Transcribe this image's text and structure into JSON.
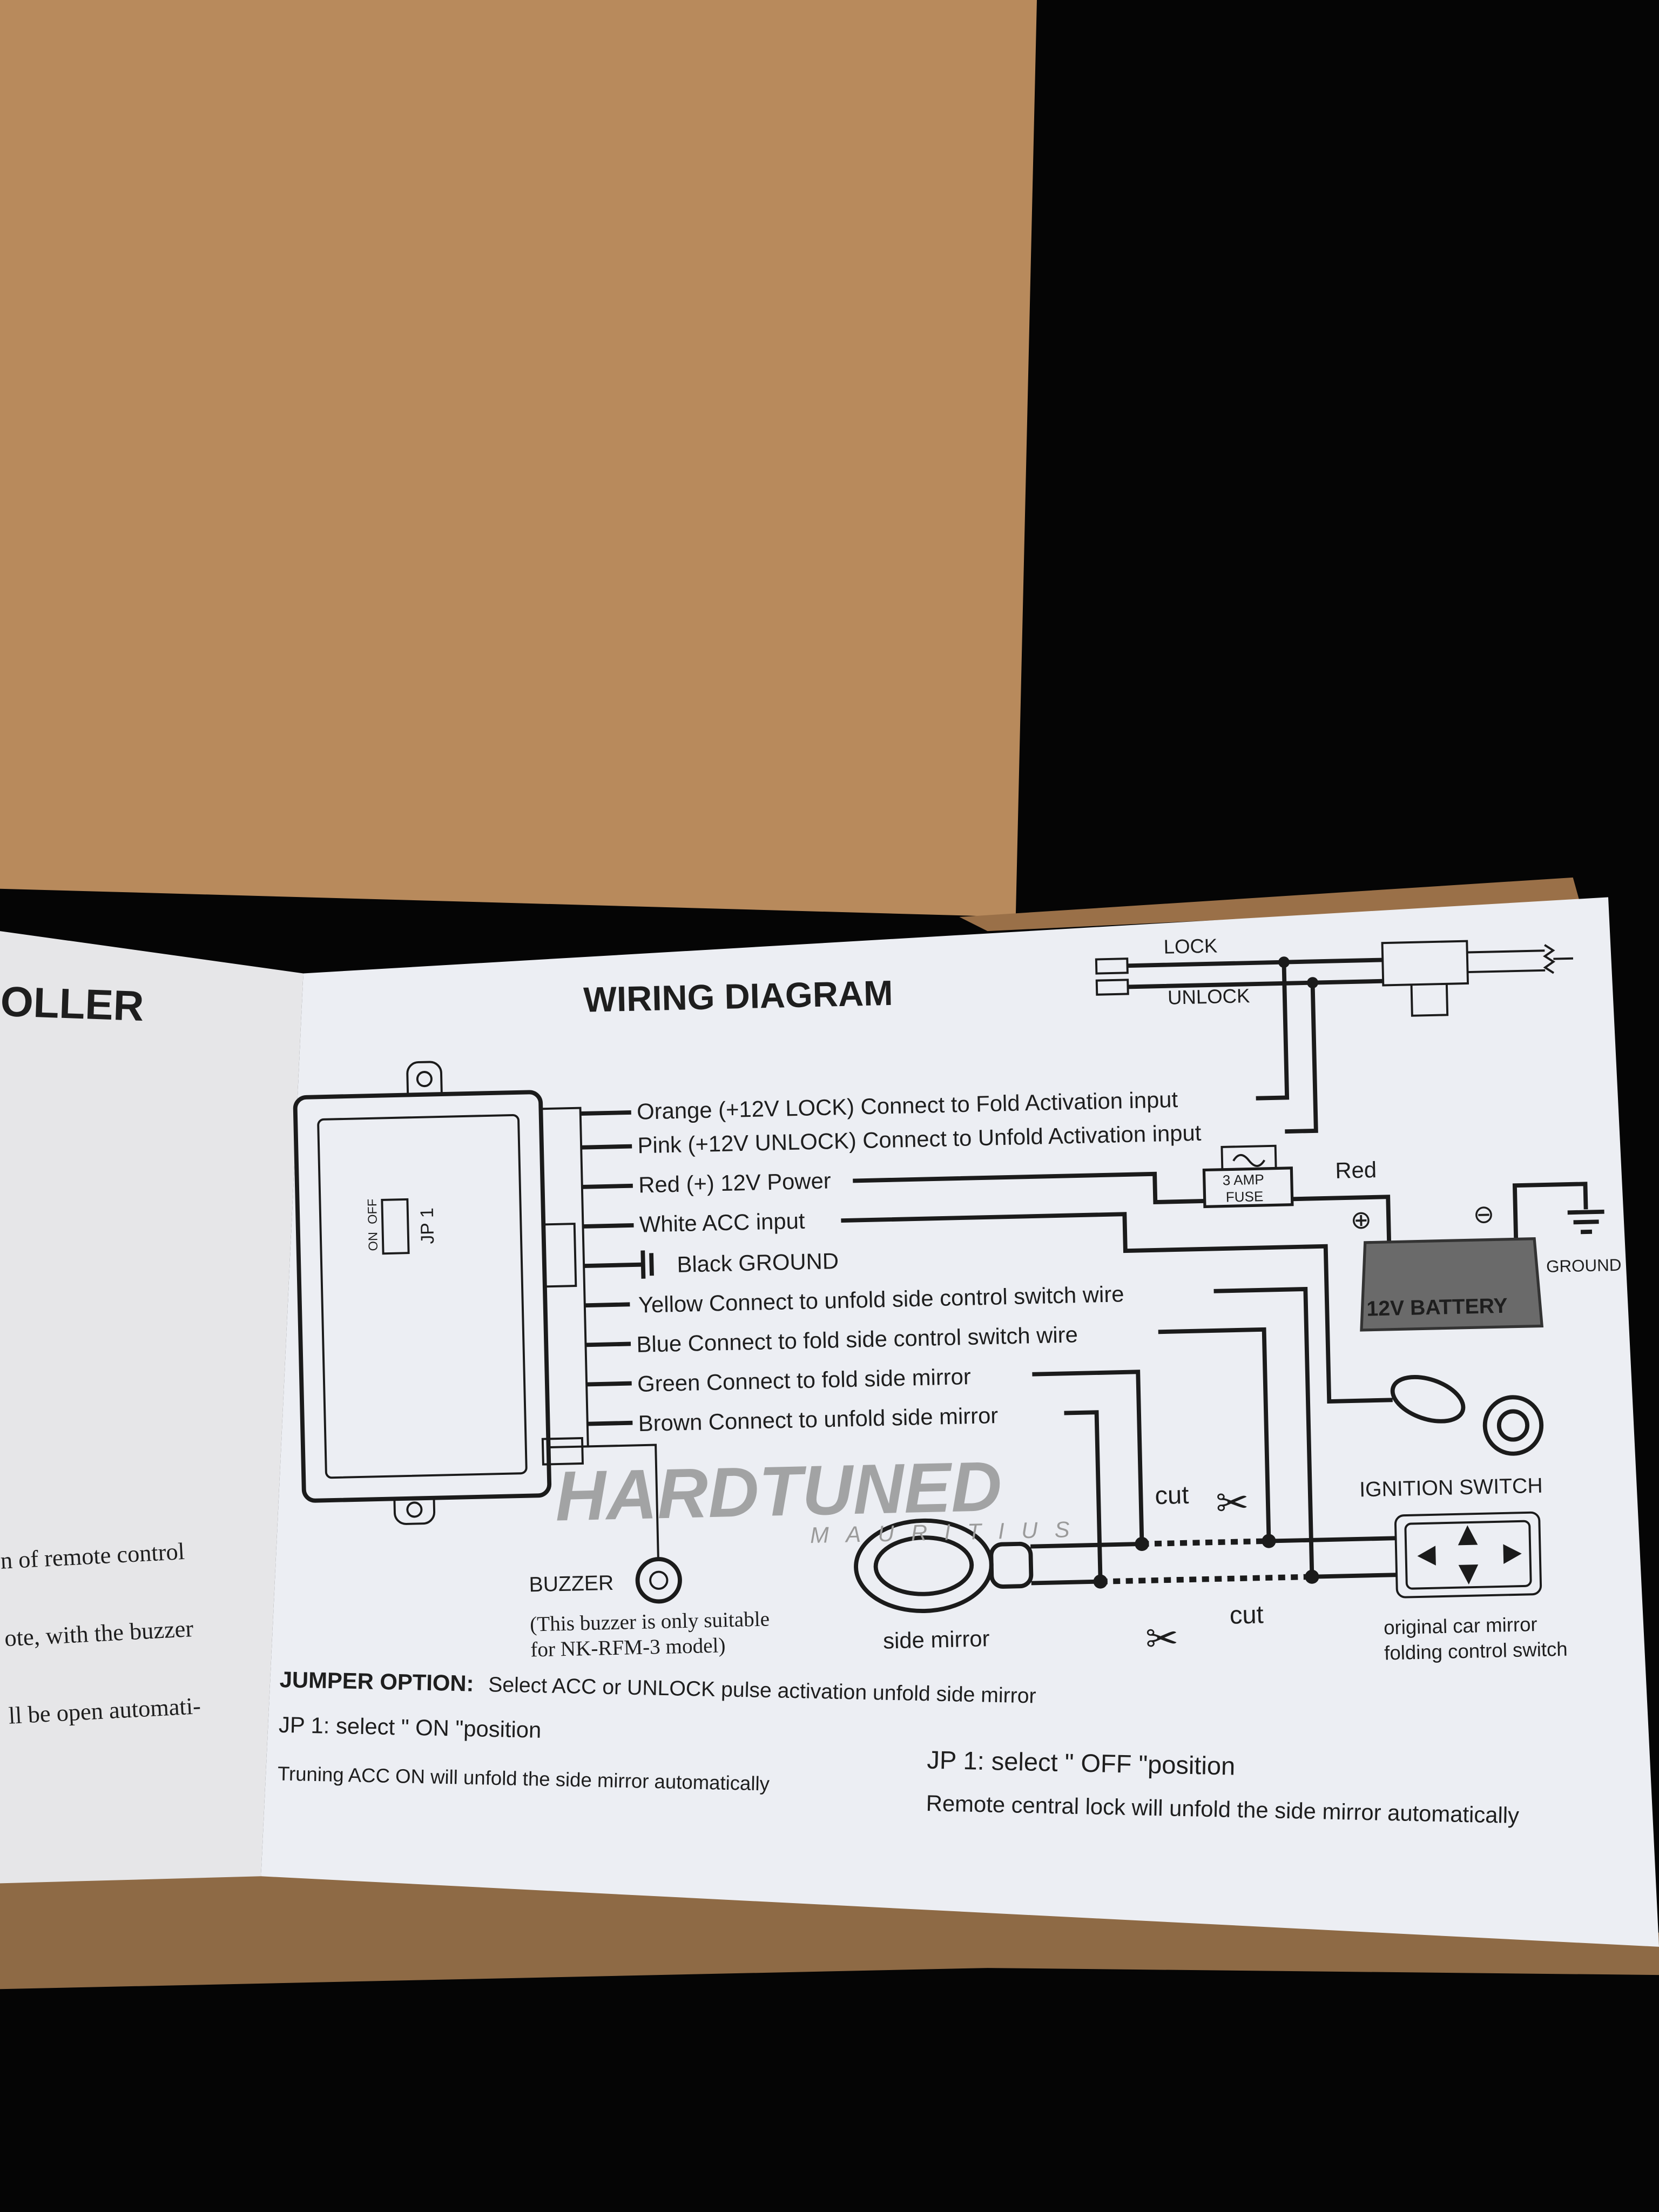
{
  "left_page": {
    "heading_fragment": "OLLER",
    "lines": [
      "n of remote control",
      "ote, with the buzzer",
      "ll be open automati-"
    ]
  },
  "diagram": {
    "title": "WIRING DIAGRAM",
    "lock_label": "LOCK",
    "unlock_label": "UNLOCK",
    "jumper_label": "JP 1",
    "jumper_on": "ON",
    "jumper_off": "OFF",
    "wires": [
      {
        "color": "Orange",
        "text": "Orange  (+12V LOCK) Connect to Fold Activation input"
      },
      {
        "color": "Pink",
        "text": "Pink  (+12V UNLOCK) Connect to Unfold Activation input"
      },
      {
        "color": "Red",
        "text": "Red  (+) 12V Power"
      },
      {
        "color": "White",
        "text": "White  ACC  input"
      },
      {
        "color": "Black",
        "text": "Black   GROUND"
      },
      {
        "color": "Yellow",
        "text": "Yellow  Connect to unfold side control switch wire"
      },
      {
        "color": "Blue",
        "text": "Blue  Connect to fold side control switch wire"
      },
      {
        "color": "Green",
        "text": "Green  Connect to fold side mirror"
      },
      {
        "color": "Brown",
        "text": "Brown  Connect to unfold side mirror"
      }
    ],
    "fuse_line1": "3 AMP",
    "fuse_line2": "FUSE",
    "red_label": "Red",
    "battery_label": "12V BATTERY",
    "ground_label": "GROUND",
    "ignition_label": "IGNITION  SWITCH",
    "cut_label": "cut",
    "buzzer_label": "BUZZER",
    "buzzer_note_1": "(This buzzer is only suitable",
    "buzzer_note_2": "for NK-RFM-3 model)",
    "side_mirror_label": "side mirror",
    "switch_label_1": "original car mirror",
    "switch_label_2": "folding control switch"
  },
  "jumper_option": {
    "heading": "JUMPER OPTION:",
    "text": "Select ACC or UNLOCK pulse activation unfold side mirror",
    "on_title": "JP 1: select \" ON \"position",
    "on_text": "Truning  ACC  ON will unfold the side mirror automatically",
    "off_title": "JP 1: select \" OFF \"position",
    "off_text": "Remote central lock will unfold the side mirror automatically"
  },
  "watermark": {
    "brand": "HARDTUNED",
    "sub": "MAURITIUS"
  },
  "colors": {
    "cardboard": "#b88a5c",
    "paper": "#eceef3",
    "ink": "#1e1e1e",
    "background": "#050505"
  }
}
